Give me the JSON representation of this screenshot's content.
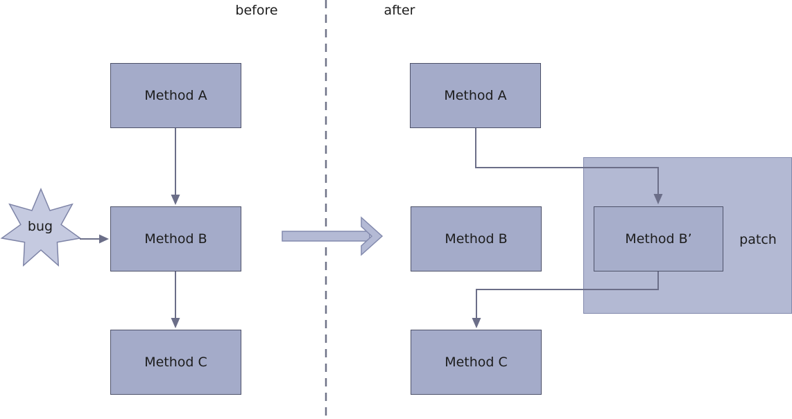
{
  "diagram": {
    "title_left": "before",
    "title_right": "after",
    "before": {
      "boxes": [
        {
          "label": "Method A"
        },
        {
          "label": "Method B"
        },
        {
          "label": "Method C"
        }
      ],
      "bug": {
        "label": "bug"
      }
    },
    "after": {
      "boxes": [
        {
          "label": "Method A"
        },
        {
          "label": "Method B"
        },
        {
          "label": "Method C"
        }
      ],
      "patch": {
        "label": "patch",
        "box": {
          "label": "Method B’"
        }
      }
    },
    "colors": {
      "box_fill": "#a4abc9",
      "box_border": "#4d5169",
      "patched_box_fill": "#a7aecb",
      "patch_region_fill": "#b3b9d3",
      "patch_region_border": "#8289ad",
      "star_fill": "#c5cae0",
      "star_border": "#7d83a6",
      "connector": "#6b6e88",
      "divider": "#6f7287",
      "big_arrow_fill": "#b4bad5",
      "big_arrow_border": "#8289ad",
      "text": "#1c1c1c",
      "background": "#ffffff"
    }
  }
}
